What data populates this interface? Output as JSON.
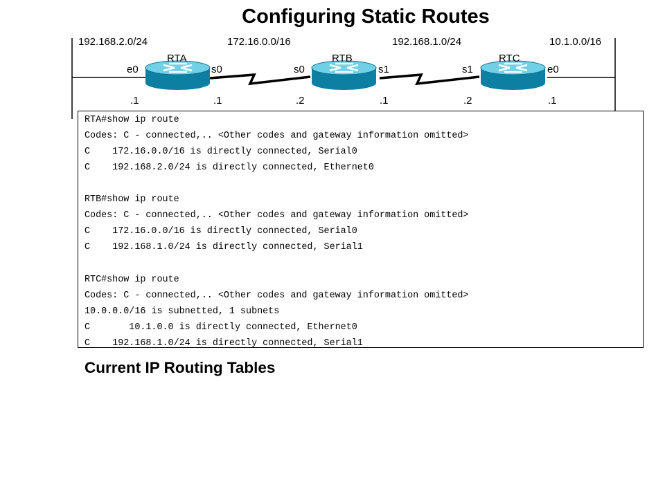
{
  "title": "Configuring Static Routes",
  "networks": [
    "192.168.2.0/24",
    "172.16.0.0/16",
    "192.168.1.0/24",
    "10.1.0.0/16"
  ],
  "routers": {
    "rta": {
      "name": "RTA",
      "left_iface": "e0",
      "right_iface": "s0"
    },
    "rtb": {
      "name": "RTB",
      "left_iface": "s0",
      "right_iface": "s1"
    },
    "rtc": {
      "name": "RTC",
      "left_iface": "s1",
      "right_iface": "e0"
    }
  },
  "addresses": [
    ".1",
    ".1",
    ".2",
    ".1",
    ".2",
    ".1"
  ],
  "terminal_lines": [
    "RTA#show ip route",
    "Codes: C - connected,.. <Other codes and gateway information omitted>",
    "C    172.16.0.0/16 is directly connected, Serial0",
    "C    192.168.2.0/24 is directly connected, Ethernet0",
    "",
    "RTB#show ip route",
    "Codes: C - connected,.. <Other codes and gateway information omitted>",
    "C    172.16.0.0/16 is directly connected, Serial0",
    "C    192.168.1.0/24 is directly connected, Serial1",
    "",
    "RTC#show ip route",
    "Codes: C - connected,.. <Other codes and gateway information omitted>",
    "10.0.0.0/16 is subnetted, 1 subnets",
    "C       10.1.0.0 is directly connected, Ethernet0",
    "C    192.168.1.0/24 is directly connected, Serial1"
  ],
  "caption": "Current IP Routing Tables",
  "colors": {
    "router_top": "#6fd0e6",
    "router_side": "#0c7fa3"
  }
}
